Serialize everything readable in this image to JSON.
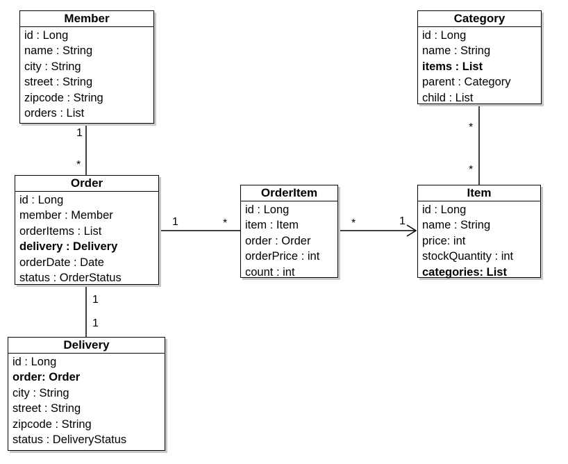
{
  "classes": {
    "member": {
      "title": "Member",
      "attrs": [
        {
          "text": "id : Long",
          "bold": false
        },
        {
          "text": "name : String",
          "bold": false
        },
        {
          "text": "city : String",
          "bold": false
        },
        {
          "text": "street : String",
          "bold": false
        },
        {
          "text": "zipcode : String",
          "bold": false
        },
        {
          "text": "orders : List",
          "bold": false
        }
      ]
    },
    "order": {
      "title": "Order",
      "attrs": [
        {
          "text": "id : Long",
          "bold": false
        },
        {
          "text": "member : Member",
          "bold": false
        },
        {
          "text": "orderItems : List",
          "bold": false
        },
        {
          "text": "delivery : Delivery",
          "bold": true
        },
        {
          "text": "orderDate : Date",
          "bold": false
        },
        {
          "text": "status : OrderStatus",
          "bold": false
        }
      ]
    },
    "delivery": {
      "title": "Delivery",
      "attrs": [
        {
          "text": "id : Long",
          "bold": false
        },
        {
          "text": "order: Order",
          "bold": true
        },
        {
          "text": "city : String",
          "bold": false
        },
        {
          "text": "street : String",
          "bold": false
        },
        {
          "text": "zipcode : String",
          "bold": false
        },
        {
          "text": "status : DeliveryStatus",
          "bold": false
        }
      ]
    },
    "orderitem": {
      "title": "OrderItem",
      "attrs": [
        {
          "text": "id : Long",
          "bold": false
        },
        {
          "text": "item : Item",
          "bold": false
        },
        {
          "text": "order : Order",
          "bold": false
        },
        {
          "text": "orderPrice : int",
          "bold": false
        },
        {
          "text": "count : int",
          "bold": false
        }
      ]
    },
    "category": {
      "title": "Category",
      "attrs": [
        {
          "text": "id : Long",
          "bold": false
        },
        {
          "text": "name : String",
          "bold": false
        },
        {
          "text": "items : List",
          "bold": true
        },
        {
          "text": "parent : Category",
          "bold": false
        },
        {
          "text": "child : List",
          "bold": false
        }
      ]
    },
    "item": {
      "title": "Item",
      "attrs": [
        {
          "text": "id : Long",
          "bold": false
        },
        {
          "text": "name : String",
          "bold": false
        },
        {
          "text": "price: int",
          "bold": false
        },
        {
          "text": "stockQuantity : int",
          "bold": false
        },
        {
          "text": "categories: List",
          "bold": true
        }
      ]
    }
  },
  "multiplicities": {
    "member_order_member_end": "1",
    "member_order_order_end": "*",
    "order_delivery_order_end": "1",
    "order_delivery_delivery_end": "1",
    "order_orderitem_order_end": "1",
    "order_orderitem_orderitem_end": "*",
    "orderitem_item_orderitem_end": "*",
    "orderitem_item_item_end": "1",
    "category_item_category_end": "*",
    "category_item_item_end": "*"
  },
  "colors": {
    "line": "#000000",
    "box_fill": "#ffffff",
    "shadow": "#c8c8c8"
  }
}
